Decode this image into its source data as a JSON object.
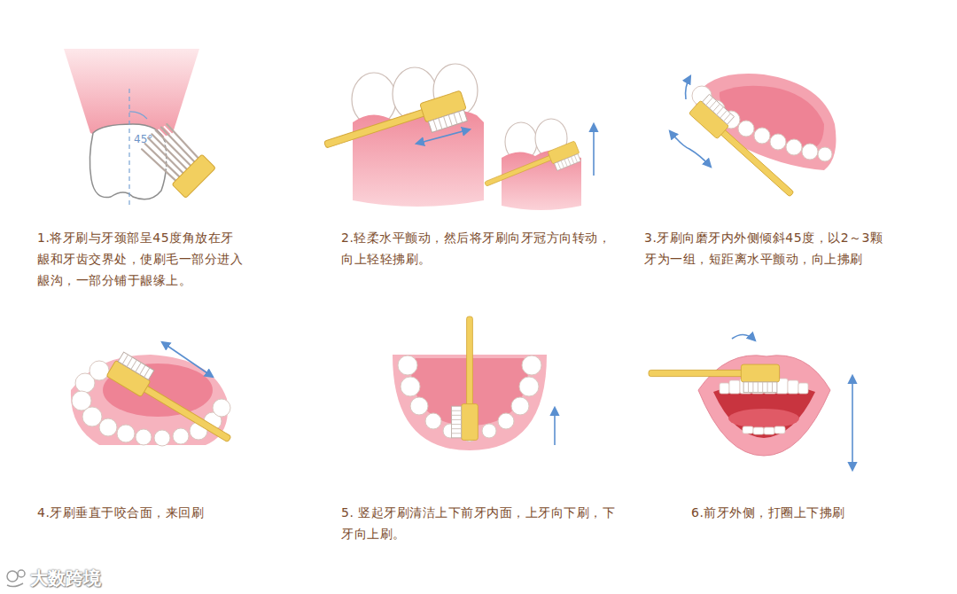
{
  "diagram": {
    "labels": [
      "1.将牙刷与牙颈部呈45度角放在牙龈和牙齿交界处，使刷毛一部分进入龈沟，一部分铺于龈缘上。",
      "2.轻柔水平颤动，然后将牙刷向牙冠方向转动，向上轻轻拂刷。",
      "3.牙刷向磨牙内外侧倾斜45度，以2～3颗牙为一组，短距离水平颤动，向上拂刷",
      "4.牙刷垂直于咬合面，来回刷",
      "5. 竖起牙刷清洁上下前牙内面，上牙向下刷，下牙向上刷。",
      "6.前牙外侧，打圈上下拂刷",
      "45°",
      "大数跨境"
    ]
  }
}
